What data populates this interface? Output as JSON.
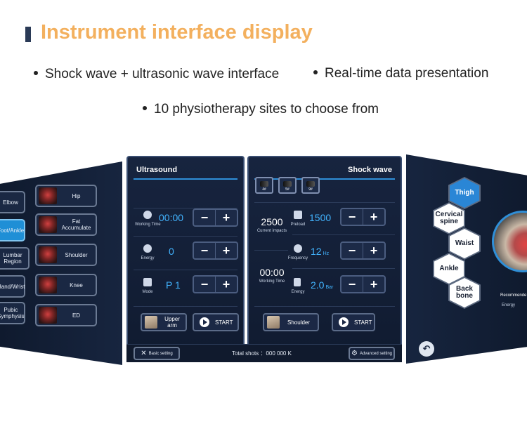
{
  "header": {
    "title": "Instrument interface display",
    "bullets": [
      "Shock wave + ultrasonic wave interface",
      "Real-time data presentation",
      "10 physiotherapy sites to choose from"
    ]
  },
  "left_screen": {
    "sites": [
      {
        "label": "Elbow",
        "active": false
      },
      {
        "label": "Hip",
        "active": false
      },
      {
        "label": "Foot/Ankle",
        "active": true
      },
      {
        "label": "Fat Accumulate",
        "active": false
      },
      {
        "label": "Lumbar Region",
        "active": false
      },
      {
        "label": "Shoulder",
        "active": false
      },
      {
        "label": "Hand/Wrist",
        "active": false
      },
      {
        "label": "Knee",
        "active": false
      },
      {
        "label": "Pubic Symphysis",
        "active": false
      },
      {
        "label": "ED",
        "active": false
      }
    ]
  },
  "ultrasound": {
    "title": "Ultrasound",
    "working_time_label": "Working Time",
    "working_time_value": "00:00",
    "energy_label": "Energy",
    "energy_value": "0",
    "mode_label": "Mode",
    "mode_value": "P 1",
    "minus": "−",
    "plus": "+",
    "site_button": "Upper arm",
    "start_button": "START"
  },
  "shockwave": {
    "title": "Shock wave",
    "probes": [
      "4#",
      "5#",
      "9#"
    ],
    "current_impacts_value": "2500",
    "current_impacts_label": "Current impacts",
    "working_time_value": "00:00",
    "working_time_label": "Working Time",
    "preload_label": "Preload",
    "preload_value": "1500",
    "frequency_label": "Frequency",
    "frequency_value": "12",
    "frequency_unit": "Hz",
    "energy_label": "Energy",
    "energy_value": "2.0",
    "energy_unit": "Bar",
    "minus": "−",
    "plus": "+",
    "site_button": "Shoulder",
    "start_button": "START"
  },
  "bottom_bar": {
    "basic_setting": "Basic setting",
    "total_shots": "Total shots ：000 000 K",
    "advanced_setting": "Advanced setting"
  },
  "right_screen": {
    "sites": [
      {
        "label": "Thigh",
        "active": true
      },
      {
        "label": "Cervical spine",
        "active": false
      },
      {
        "label": "Waist",
        "active": false
      },
      {
        "label": "Ankle",
        "active": false
      },
      {
        "label": "Back bone",
        "active": false
      }
    ],
    "recommend_label": "Recommende",
    "energy_label": "Energy"
  },
  "colors": {
    "title": "#f3b05e",
    "accent": "#42b4ff",
    "panel": "#142038",
    "highlight": "#2a86d6"
  }
}
